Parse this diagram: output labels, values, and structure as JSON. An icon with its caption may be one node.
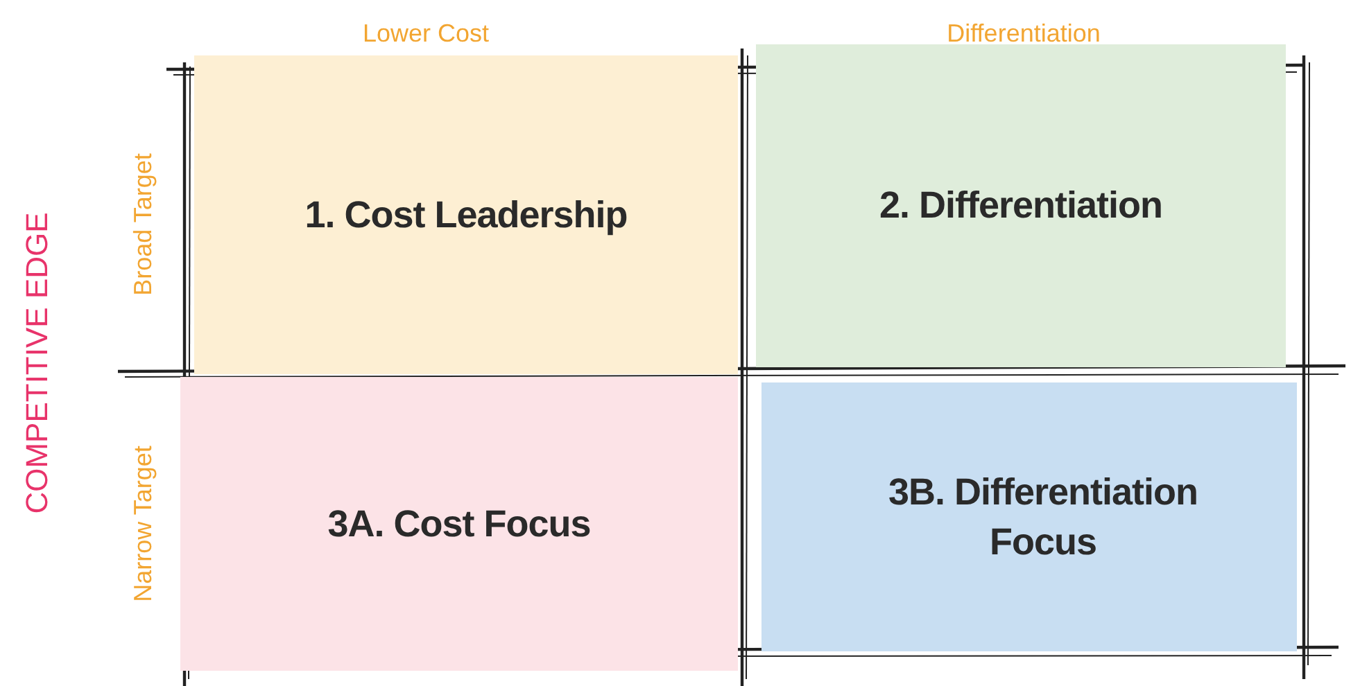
{
  "diagram": {
    "nodes": [
      {
        "text": [
          "1. Cost Leadership"
        ]
      },
      {
        "text": [
          "2. Differentiation"
        ]
      },
      {
        "text": [
          "3A. Cost Focus"
        ]
      },
      {
        "text": [
          "3B. Differentiation Focus"
        ]
      }
    ],
    "labels": [
      "Lower Cost",
      "Differentiation",
      "Broad Target",
      "Narrow Target",
      "COMPETITIVE EDGE"
    ]
  }
}
